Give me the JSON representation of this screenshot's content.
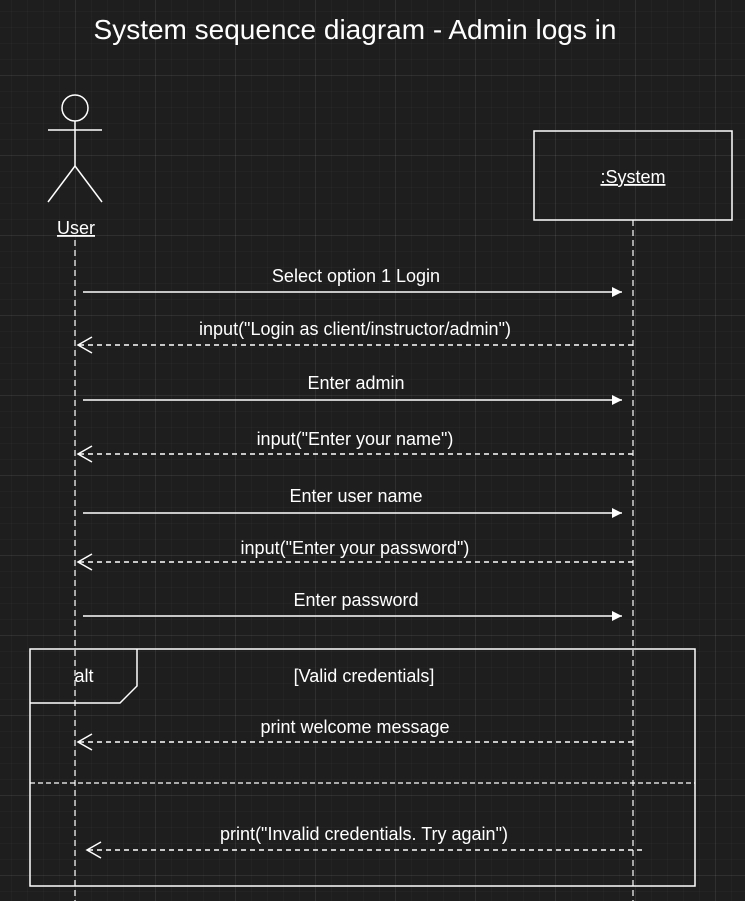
{
  "title": "System sequence diagram - Admin logs in",
  "participants": {
    "user": "User",
    "system": ":System"
  },
  "messages": [
    {
      "label": "Select option 1 Login"
    },
    {
      "label": "input(\"Login as client/instructor/admin\")"
    },
    {
      "label": "Enter admin"
    },
    {
      "label": "input(\"Enter your name\")"
    },
    {
      "label": "Enter user name"
    },
    {
      "label": "input(\"Enter your password\")"
    },
    {
      "label": "Enter password"
    }
  ],
  "alt_fragment": {
    "operator": "alt",
    "guard": "[Valid credentials]",
    "messages": [
      {
        "label": "print welcome message"
      },
      {
        "label": "print(\"Invalid credentials. Try again\")"
      }
    ]
  },
  "colors": {
    "background": "#1e1e1e",
    "foreground": "#ffffff"
  }
}
